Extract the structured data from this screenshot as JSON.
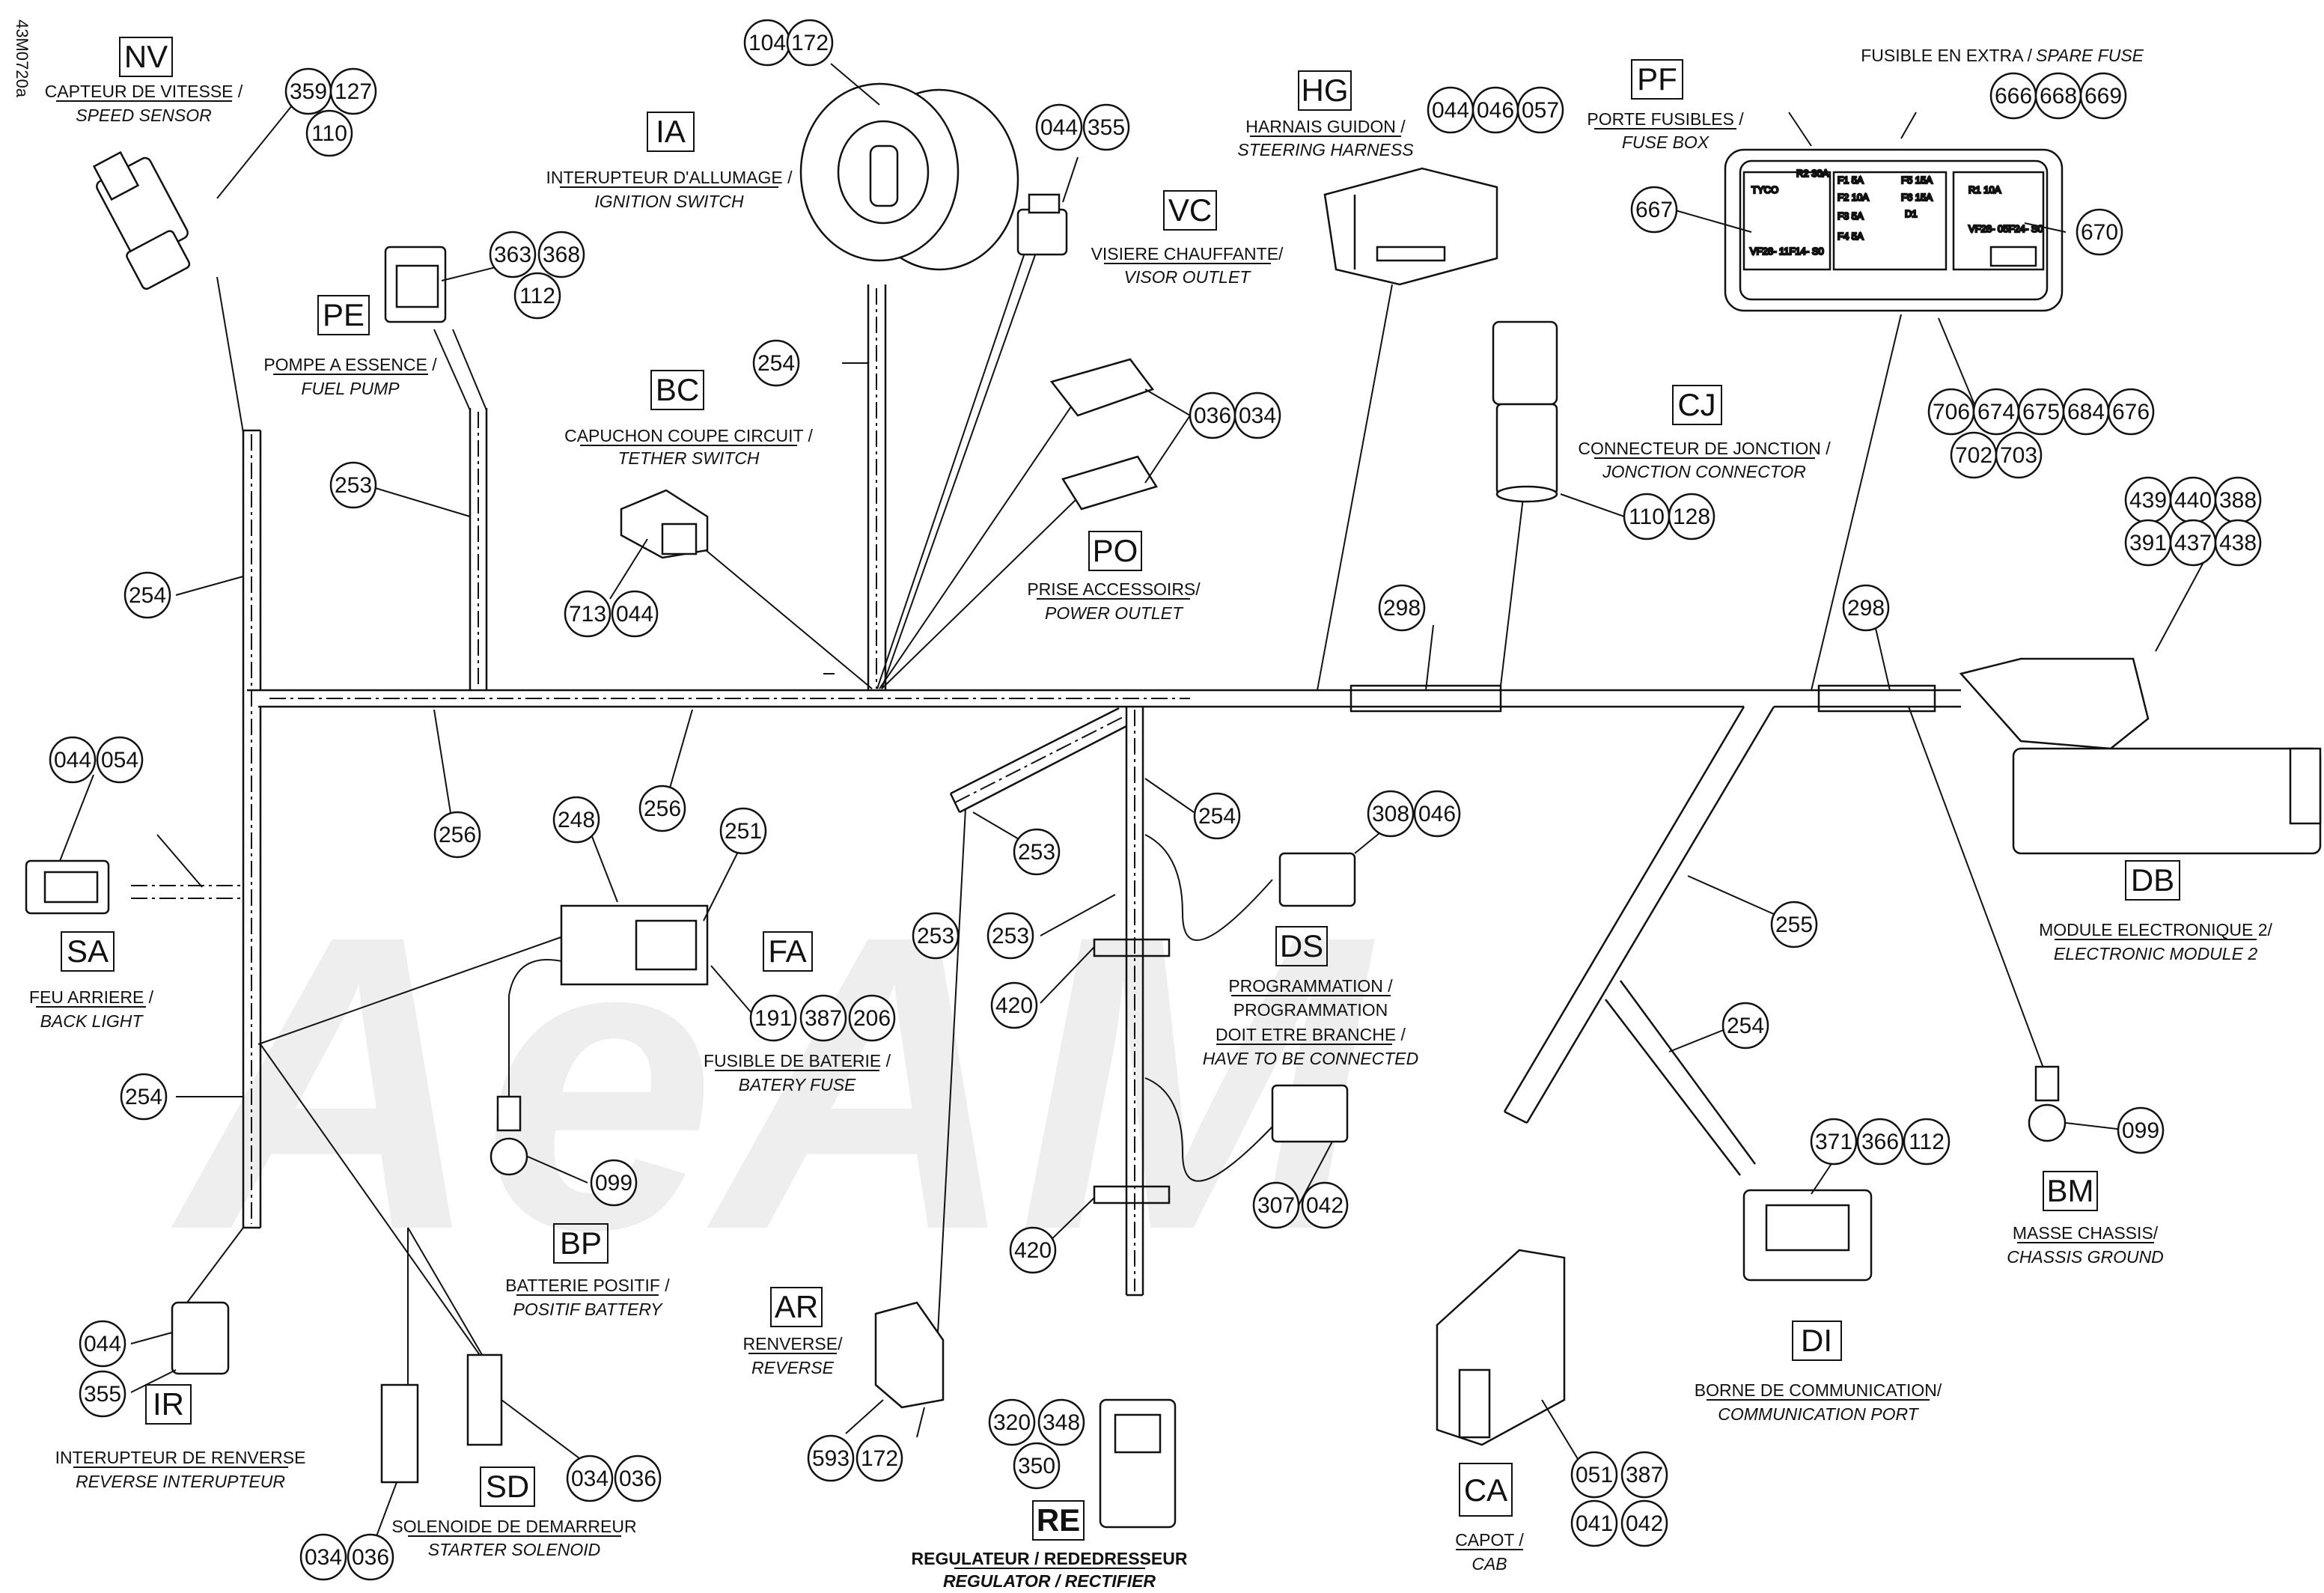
{
  "drawing_id": "43M0720a",
  "watermark": "AeAM",
  "components": [
    {
      "code": "NV",
      "label_fr": "CAPTEUR DE VITESSE /",
      "label_en": "SPEED SENSOR"
    },
    {
      "code": "IA",
      "label_fr": "INTERUPTEUR D'ALLUMAGE /",
      "label_en": "IGNITION SWITCH"
    },
    {
      "code": "PE",
      "label_fr": "POMPE A ESSENCE /",
      "label_en": "FUEL PUMP"
    },
    {
      "code": "VC",
      "label_fr": "VISIERE CHAUFFANTE/",
      "label_en": "VISOR OUTLET"
    },
    {
      "code": "HG",
      "label_fr": "HARNAIS GUIDON /",
      "label_en": "STEERING HARNESS"
    },
    {
      "code": "PF",
      "label_fr": "PORTE FUSIBLES /",
      "label_en": "FUSE BOX"
    },
    {
      "code": "BC",
      "label_fr": "CAPUCHON COUPE CIRCUIT /",
      "label_en": "TETHER SWITCH"
    },
    {
      "code": "CJ",
      "label_fr": "CONNECTEUR DE JONCTION /",
      "label_en": "JONCTION CONNECTOR"
    },
    {
      "code": "PO",
      "label_fr": "PRISE ACCESSOIRS/",
      "label_en": "POWER OUTLET"
    },
    {
      "code": "SA",
      "label_fr": "FEU ARRIERE /",
      "label_en": "BACK LIGHT"
    },
    {
      "code": "FA",
      "label_fr": "FUSIBLE DE BATERIE /",
      "label_en": "BATERY FUSE"
    },
    {
      "code": "DS",
      "label_fr": "PROGRAMMATION /",
      "label_fr2": "PROGRAMMATION",
      "label_fr3": "DOIT ETRE BRANCHE /",
      "label_en": "HAVE TO BE CONNECTED"
    },
    {
      "code": "DB",
      "label_fr": "MODULE ELECTRONIQUE 2/",
      "label_en": "ELECTRONIC MODULE 2"
    },
    {
      "code": "BP",
      "label_fr": "BATTERIE POSITIF /",
      "label_en": "POSITIF BATTERY"
    },
    {
      "code": "BM",
      "label_fr": "MASSE CHASSIS/",
      "label_en": "CHASSIS GROUND"
    },
    {
      "code": "IR",
      "label_fr": "INTERUPTEUR DE RENVERSE",
      "label_en": "REVERSE INTERUPTEUR"
    },
    {
      "code": "AR",
      "label_fr": "RENVERSE/",
      "label_en": "REVERSE"
    },
    {
      "code": "DI",
      "label_fr": "BORNE DE COMMUNICATION/",
      "label_en": "COMMUNICATION PORT"
    },
    {
      "code": "SD",
      "label_fr": "SOLENOIDE DE DEMARREUR",
      "label_en": "STARTER SOLENOID"
    },
    {
      "code": "RE",
      "label_fr": "REGULATEUR / REDEDRESSEUR",
      "label_en": "REGULATOR / RECTIFIER"
    },
    {
      "code": "CA",
      "label_fr": "CAPOT /",
      "label_en": "CAB"
    }
  ],
  "spare_fuse": {
    "label_fr": "FUSIBLE EN EXTRA /",
    "label_en": "SPARE FUSE"
  },
  "fuse_box_text": {
    "brand": "TYCO",
    "r2": "R2 30A",
    "r1": "R1 10A",
    "part_left": "VF28- 11F14- S0",
    "part_right": "VF28- 05F24- S0",
    "d1": "D1",
    "fuses": [
      "F1 5A",
      "F2 10A",
      "F3 5A",
      "F4 5A",
      "F5 15A",
      "F6 15A"
    ]
  },
  "callouts": [
    {
      "id": "c104",
      "text": "104"
    },
    {
      "id": "c172a",
      "text": "172"
    },
    {
      "id": "c359",
      "text": "359"
    },
    {
      "id": "c127",
      "text": "127"
    },
    {
      "id": "c110a",
      "text": "110"
    },
    {
      "id": "c044a",
      "text": "044"
    },
    {
      "id": "c355a",
      "text": "355"
    },
    {
      "id": "c363",
      "text": "363"
    },
    {
      "id": "c368",
      "text": "368"
    },
    {
      "id": "c112a",
      "text": "112"
    },
    {
      "id": "c044b",
      "text": "044"
    },
    {
      "id": "c046a",
      "text": "046"
    },
    {
      "id": "c057",
      "text": "057"
    },
    {
      "id": "c666",
      "text": "666"
    },
    {
      "id": "c668",
      "text": "668"
    },
    {
      "id": "c669",
      "text": "669"
    },
    {
      "id": "c667",
      "text": "667"
    },
    {
      "id": "c670",
      "text": "670"
    },
    {
      "id": "c254a",
      "text": "254"
    },
    {
      "id": "c036a",
      "text": "036"
    },
    {
      "id": "c034a",
      "text": "034"
    },
    {
      "id": "c706",
      "text": "706"
    },
    {
      "id": "c674",
      "text": "674"
    },
    {
      "id": "c675",
      "text": "675"
    },
    {
      "id": "c684",
      "text": "684"
    },
    {
      "id": "c676",
      "text": "676"
    },
    {
      "id": "c702",
      "text": "702"
    },
    {
      "id": "c703",
      "text": "703"
    },
    {
      "id": "c253a",
      "text": "253"
    },
    {
      "id": "c110b",
      "text": "110"
    },
    {
      "id": "c128",
      "text": "128"
    },
    {
      "id": "c439",
      "text": "439"
    },
    {
      "id": "c440",
      "text": "440"
    },
    {
      "id": "c388",
      "text": "388"
    },
    {
      "id": "c391",
      "text": "391"
    },
    {
      "id": "c437",
      "text": "437"
    },
    {
      "id": "c438",
      "text": "438"
    },
    {
      "id": "c254b",
      "text": "254"
    },
    {
      "id": "c713",
      "text": "713"
    },
    {
      "id": "c044c",
      "text": "044"
    },
    {
      "id": "c298a",
      "text": "298"
    },
    {
      "id": "c298b",
      "text": "298"
    },
    {
      "id": "c044d",
      "text": "044"
    },
    {
      "id": "c054",
      "text": "054"
    },
    {
      "id": "c248",
      "text": "248"
    },
    {
      "id": "c251",
      "text": "251"
    },
    {
      "id": "c256a",
      "text": "256"
    },
    {
      "id": "c256b",
      "text": "256"
    },
    {
      "id": "c253b",
      "text": "253"
    },
    {
      "id": "c254c",
      "text": "254"
    },
    {
      "id": "c308",
      "text": "308"
    },
    {
      "id": "c046b",
      "text": "046"
    },
    {
      "id": "c253c",
      "text": "253"
    },
    {
      "id": "c253d",
      "text": "253"
    },
    {
      "id": "c255",
      "text": "255"
    },
    {
      "id": "c420a",
      "text": "420"
    },
    {
      "id": "c191",
      "text": "191"
    },
    {
      "id": "c387a",
      "text": "387"
    },
    {
      "id": "c206",
      "text": "206"
    },
    {
      "id": "c254d",
      "text": "254"
    },
    {
      "id": "c254e",
      "text": "254"
    },
    {
      "id": "c099a",
      "text": "099"
    },
    {
      "id": "c099b",
      "text": "099"
    },
    {
      "id": "c371",
      "text": "371"
    },
    {
      "id": "c366",
      "text": "366"
    },
    {
      "id": "c112b",
      "text": "112"
    },
    {
      "id": "c307",
      "text": "307"
    },
    {
      "id": "c042a",
      "text": "042"
    },
    {
      "id": "c420b",
      "text": "420"
    },
    {
      "id": "c044e",
      "text": "044"
    },
    {
      "id": "c355b",
      "text": "355"
    },
    {
      "id": "c320",
      "text": "320"
    },
    {
      "id": "c348",
      "text": "348"
    },
    {
      "id": "c350",
      "text": "350"
    },
    {
      "id": "c593",
      "text": "593"
    },
    {
      "id": "c172b",
      "text": "172"
    },
    {
      "id": "c034b",
      "text": "034"
    },
    {
      "id": "c036b",
      "text": "036"
    },
    {
      "id": "c034c",
      "text": "034"
    },
    {
      "id": "c036c",
      "text": "036"
    },
    {
      "id": "c051",
      "text": "051"
    },
    {
      "id": "c387b",
      "text": "387"
    },
    {
      "id": "c041",
      "text": "041"
    },
    {
      "id": "c042b",
      "text": "042"
    }
  ]
}
